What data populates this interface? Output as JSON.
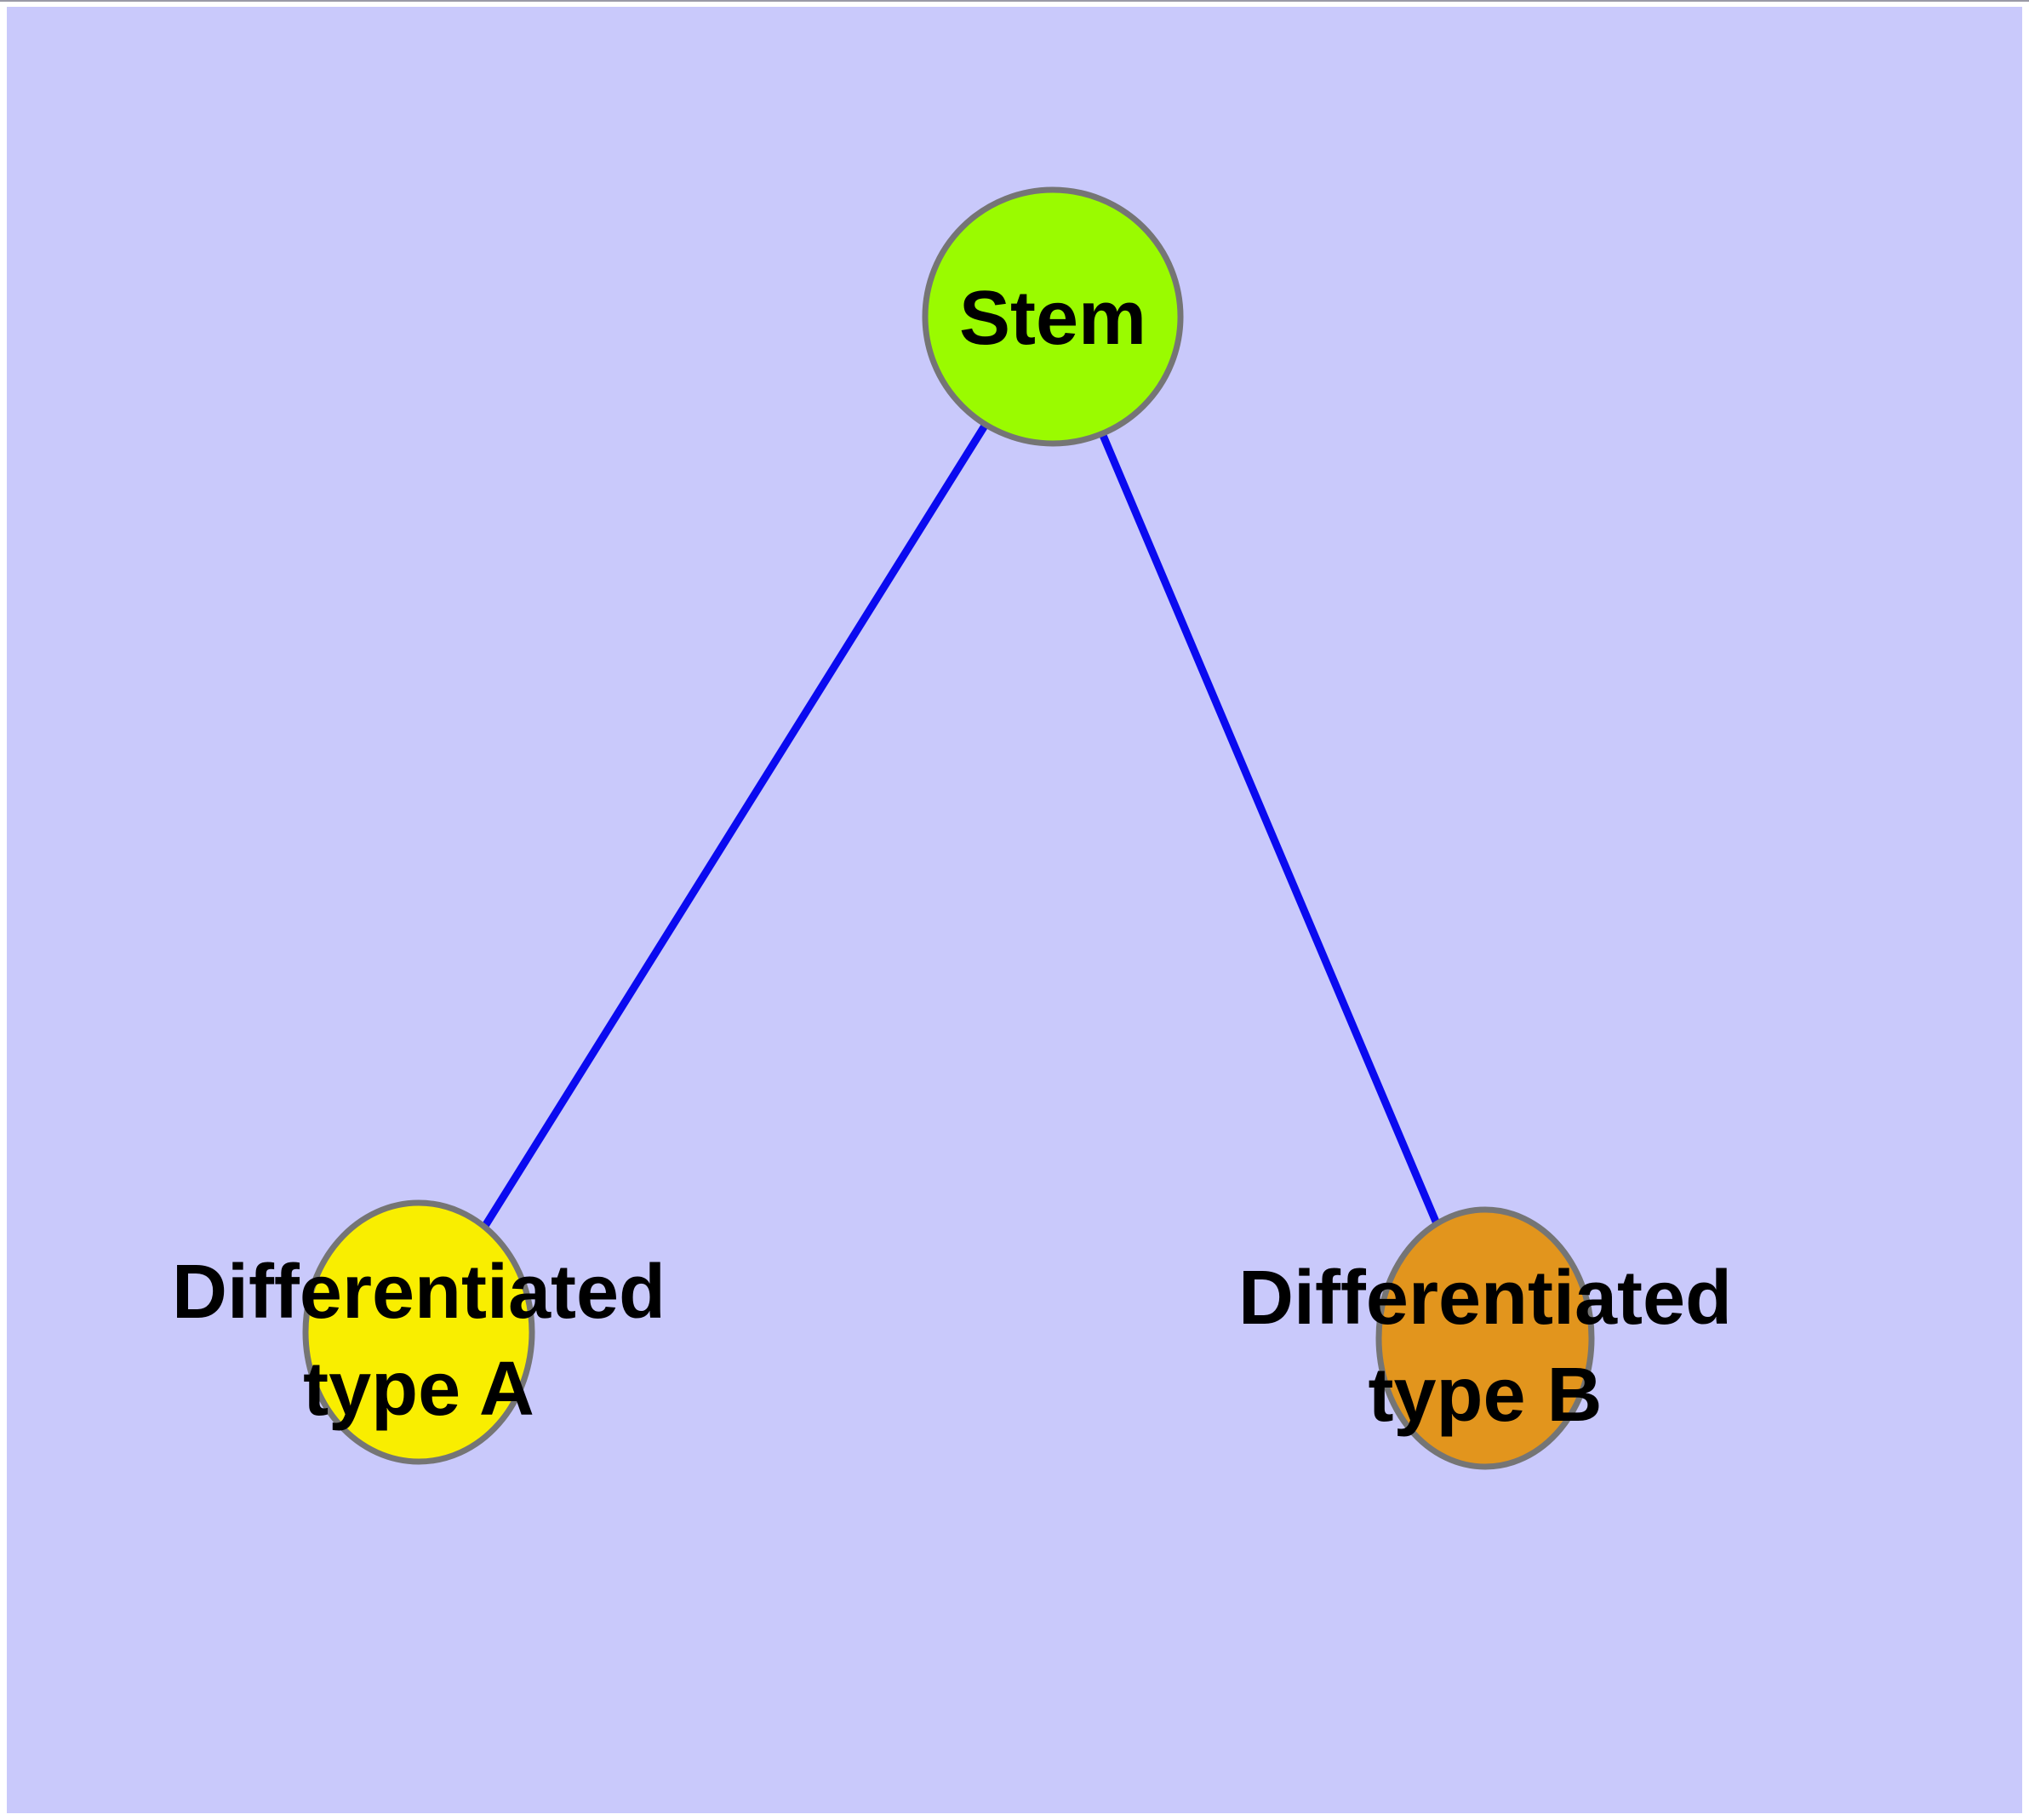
{
  "diagram": {
    "type": "node-link graph (cell differentiation tree)",
    "page_color": "#ffffff",
    "background_color": "#c9c9fb",
    "top_rule_color": "#9a9aa6",
    "edge_color": "#0a0af0",
    "node_border_color": "#757575",
    "label_color": "#000000",
    "nodes": {
      "stem": {
        "label": "Stem",
        "fill": "#9afb00"
      },
      "type_a": {
        "label": "Differentiated type A",
        "label_line1": "Differentiated",
        "label_line2": "type A",
        "fill": "#f9ee00"
      },
      "type_b": {
        "label": "Differentiated type B",
        "label_line1": "Differentiated",
        "label_line2": "type B",
        "fill": "#e2951d"
      }
    },
    "edges": [
      {
        "from": "Stem",
        "to": "Differentiated type A"
      },
      {
        "from": "Stem",
        "to": "Differentiated type B"
      }
    ]
  }
}
